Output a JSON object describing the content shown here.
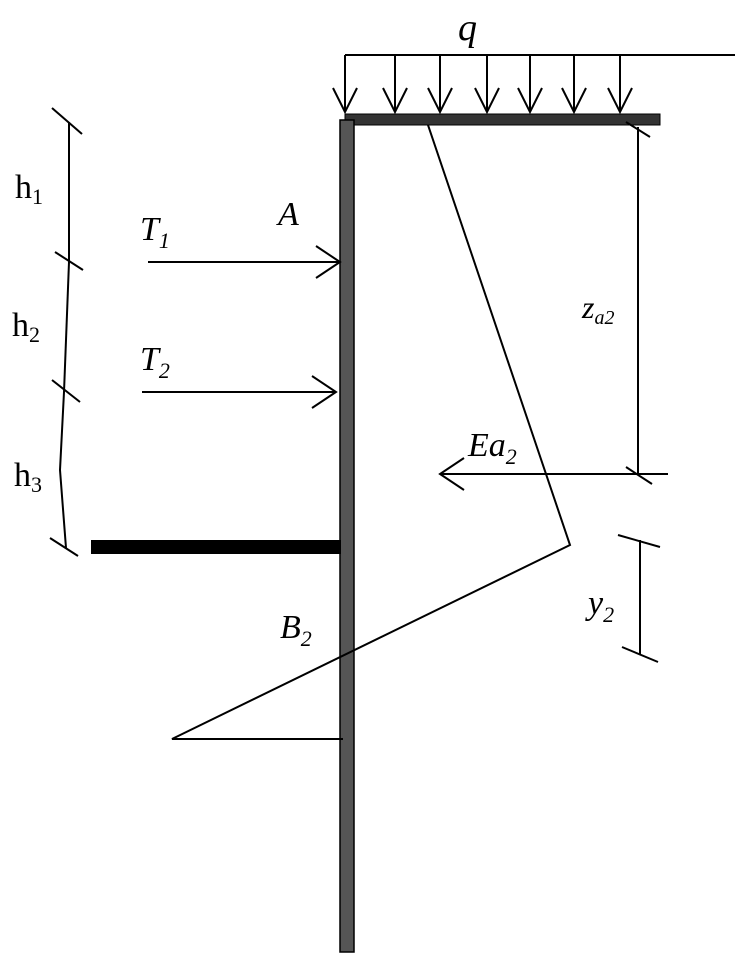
{
  "labels": {
    "q": "q",
    "A": "A",
    "T1_main": "T",
    "T1_sub": "1",
    "T2_main": "T",
    "T2_sub": "2",
    "h1_main": "h",
    "h1_sub": "1",
    "h2_main": "h",
    "h2_sub": "2",
    "h3_main": "h",
    "h3_sub": "3",
    "za2_main": "z",
    "za2_sub": "a2",
    "Ea2_main": "Ea",
    "Ea2_sub": "2",
    "B2_main": "B",
    "B2_sub": "2",
    "y2_main": "y",
    "y2_sub": "2"
  },
  "colors": {
    "wall": "#555555",
    "outline": "#000000"
  }
}
